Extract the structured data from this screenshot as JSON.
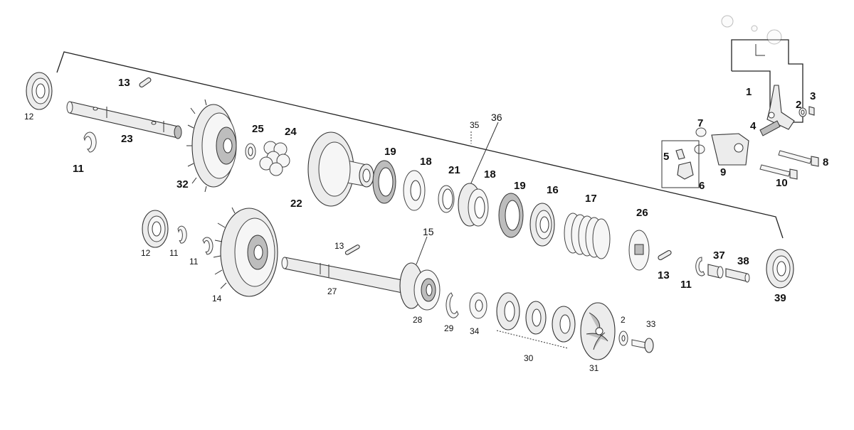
{
  "labels": {
    "p1": "1",
    "p2": "2",
    "p3": "3",
    "p4": "4",
    "p5": "5",
    "p6": "6",
    "p7": "7",
    "p8": "8",
    "p9": "9",
    "p10": "10",
    "p11a": "11",
    "p11b": "11",
    "p11c": "11",
    "p11d": "11",
    "p12a": "12",
    "p12b": "12",
    "p13a": "13",
    "p13b": "13",
    "p13c": "13",
    "p14": "14",
    "p15": "15",
    "p16": "16",
    "p17": "17",
    "p18a": "18",
    "p18b": "18",
    "p19a": "19",
    "p19b": "19",
    "p2b": "2",
    "p21": "21",
    "p22": "22",
    "p23": "23",
    "p24": "24",
    "p25": "25",
    "p26": "26",
    "p27": "27",
    "p28": "28",
    "p29": "29",
    "p30": "30",
    "p31": "31",
    "p32": "32",
    "p33": "33",
    "p34": "34",
    "p35": "35",
    "p36": "36",
    "p37": "37",
    "p38": "38",
    "p39": "39"
  }
}
